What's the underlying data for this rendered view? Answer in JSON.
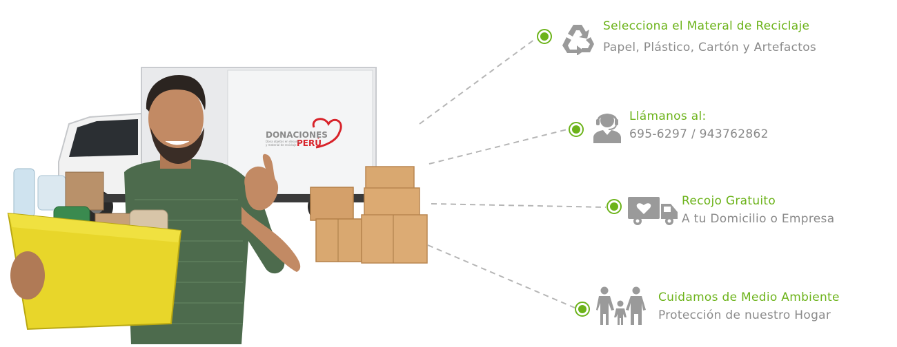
{
  "hero": {
    "logo_main": "DONACIONES",
    "logo_sub": "PERÚ",
    "logo_tagline_1": "Dona objetos en desuso",
    "logo_tagline_2": "y material de reciclaje"
  },
  "features": [
    {
      "icon": "recycle-icon",
      "title": "Selecciona el Materal de Reciclaje",
      "subtitle": "Papel, Plástico, Cartón y Artefactos"
    },
    {
      "icon": "call-center-icon",
      "title": "Llámanos al:",
      "subtitle": "695-6297 / 943762862"
    },
    {
      "icon": "delivery-truck-icon",
      "title": "Recojo Gratuito",
      "subtitle": "A tu Domicilio o Empresa"
    },
    {
      "icon": "family-icon",
      "title": "Cuidamos de Medio Ambiente",
      "subtitle": "Protección de nuestro Hogar"
    }
  ],
  "colors": {
    "accent": "#6cb31a",
    "text_gray": "#8a8a8a",
    "icon_gray": "#9a9a9a",
    "logo_red": "#d8232a"
  }
}
